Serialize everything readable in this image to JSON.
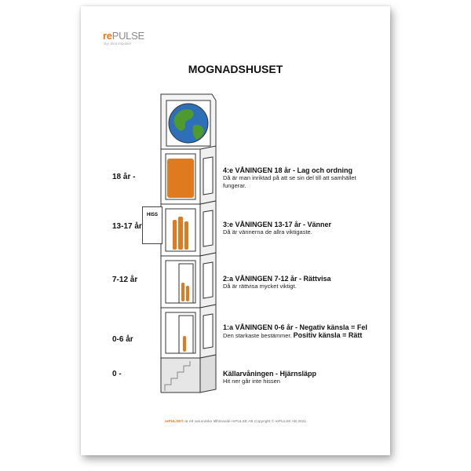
{
  "logo": {
    "brand_re": "re",
    "brand_pulse": "PULSE",
    "tagline": "styr dina impulser"
  },
  "title": "MOGNADSHUSET",
  "hiss_label": "HISS",
  "ages": [
    "18 år -",
    "13-17 år",
    "7-12 år",
    "0-6 år",
    "0 -"
  ],
  "floors": [
    {
      "heading": "4:e VÅNINGEN 18 år - Lag och ordning",
      "desc": "Då är man inriktad på att se sin del till att samhället fungerar."
    },
    {
      "heading": "3:e VÅNINGEN 13-17 år - Vänner",
      "desc": "Då är vännerna de allra viktigaste."
    },
    {
      "heading": "2:a VÅNINGEN 7-12 år - Rättvisa",
      "desc": "Då är rättvisa mycket viktigt."
    },
    {
      "heading": "1:a VÅNINGEN 0-6 år - Negativ känsla = Fel",
      "desc": "Den starkaste bestämmer.",
      "desc_bold": "Positiv känsla  = Rätt"
    },
    {
      "heading": "Källarvåningen - Hjärnsläpp",
      "desc": "Hit ner går inte hissen"
    }
  ],
  "footer": {
    "brand": "rePULSE®",
    "text": " är ett varumärke tillhörande rePULSE AB Copyright © rePULSE AB 2021"
  },
  "colors": {
    "accent": "#e07a1f"
  }
}
